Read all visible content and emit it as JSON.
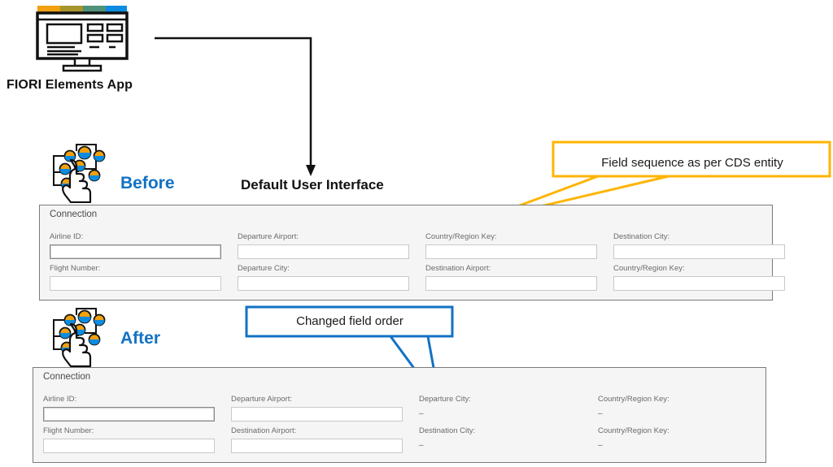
{
  "app": {
    "icon_name": "monitor-fiori-icon",
    "caption": "FIORI Elements App",
    "color_bar": [
      "#F0A010",
      "#A6952C",
      "#4F9179",
      "#0C8CE0"
    ]
  },
  "connector": {
    "name": "elbow-arrow",
    "target_label": "Default User Interface"
  },
  "sections": {
    "before": {
      "phase_label": "Before",
      "flow_icon": "workflow-hand-icon",
      "panel": {
        "title": "Connection",
        "fields": [
          {
            "label": "Airline ID:",
            "type": "input",
            "value": "",
            "focused": true
          },
          {
            "label": "Departure Airport:",
            "type": "input",
            "value": "",
            "focused": false
          },
          {
            "label": "Country/Region Key:",
            "type": "input",
            "value": "",
            "focused": false
          },
          {
            "label": "Destination City:",
            "type": "input",
            "value": "",
            "focused": false
          },
          {
            "label": "Flight Number:",
            "type": "input",
            "value": "",
            "focused": false
          },
          {
            "label": "Departure City:",
            "type": "input",
            "value": "",
            "focused": false
          },
          {
            "label": "Destination Airport:",
            "type": "input",
            "value": "",
            "focused": false
          },
          {
            "label": "Country/Region Key:",
            "type": "input",
            "value": "",
            "focused": false
          }
        ]
      }
    },
    "after": {
      "phase_label": "After",
      "flow_icon": "workflow-hand-icon",
      "panel": {
        "title": "Connection",
        "fields": [
          {
            "label": "Airline ID:",
            "type": "input",
            "value": "",
            "focused": true
          },
          {
            "label": "Departure Airport:",
            "type": "input",
            "value": "",
            "focused": false
          },
          {
            "label": "Departure City:",
            "type": "text",
            "value": "–",
            "focused": false
          },
          {
            "label": "Country/Region Key:",
            "type": "text",
            "value": "–",
            "focused": false
          },
          {
            "label": "Flight Number:",
            "type": "input",
            "value": "",
            "focused": false
          },
          {
            "label": "Destination Airport:",
            "type": "input",
            "value": "",
            "focused": false
          },
          {
            "label": "Destination City:",
            "type": "text",
            "value": "–",
            "focused": false
          },
          {
            "label": "Country/Region Key:",
            "type": "text",
            "value": "–",
            "focused": false
          }
        ]
      }
    }
  },
  "callouts": {
    "yellow": {
      "text": "Field sequence as per CDS entity",
      "color": "#FFB400"
    },
    "blue": {
      "text": "Changed field order",
      "color": "#1272C4"
    }
  },
  "theme": {
    "accent_blue": "#1272C4",
    "accent_yellow": "#FFB400",
    "panel_bg": "#F5F5F5",
    "panel_border": "#7A7A7A",
    "label_gray": "#6B6B6B"
  }
}
